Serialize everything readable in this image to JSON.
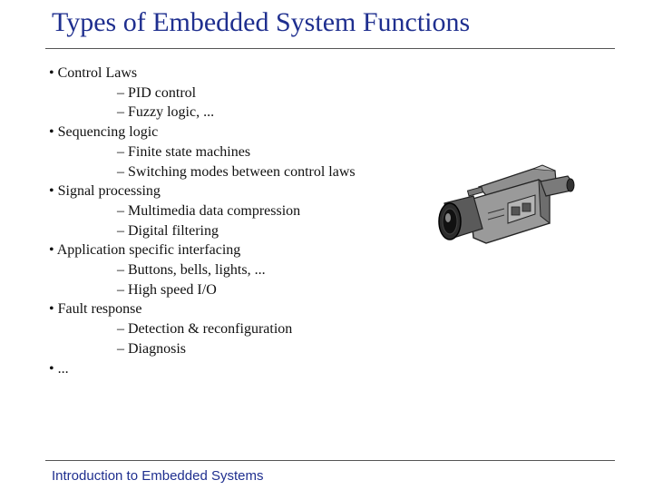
{
  "slide": {
    "title": "Types of Embedded System Functions",
    "footer": "Introduction to Embedded Systems"
  },
  "bullets": [
    {
      "text": "• Control Laws",
      "level": 0
    },
    {
      "text": "– PID control",
      "level": 1
    },
    {
      "text": "– Fuzzy logic, ...",
      "level": 1
    },
    {
      "text": "• Sequencing logic",
      "level": 0
    },
    {
      "text": "– Finite state machines",
      "level": 1
    },
    {
      "text": "– Switching modes between control laws",
      "level": 1
    },
    {
      "text": "• Signal processing",
      "level": 0
    },
    {
      "text": "– Multimedia data compression",
      "level": 1
    },
    {
      "text": "– Digital filtering",
      "level": 1
    },
    {
      "text": "• Application specific interfacing",
      "level": 0
    },
    {
      "text": "– Buttons, bells, lights, ...",
      "level": 1
    },
    {
      "text": "– High speed I/O",
      "level": 1
    },
    {
      "text": "• Fault response",
      "level": 0
    },
    {
      "text": "– Detection & reconfiguration",
      "level": 1
    },
    {
      "text": "– Diagnosis",
      "level": 1
    },
    {
      "text": "• ...",
      "level": 0
    }
  ],
  "image": {
    "icon": "video-camera-icon"
  },
  "colors": {
    "title": "#1f2f8f",
    "text": "#111111",
    "rule": "#555555"
  }
}
